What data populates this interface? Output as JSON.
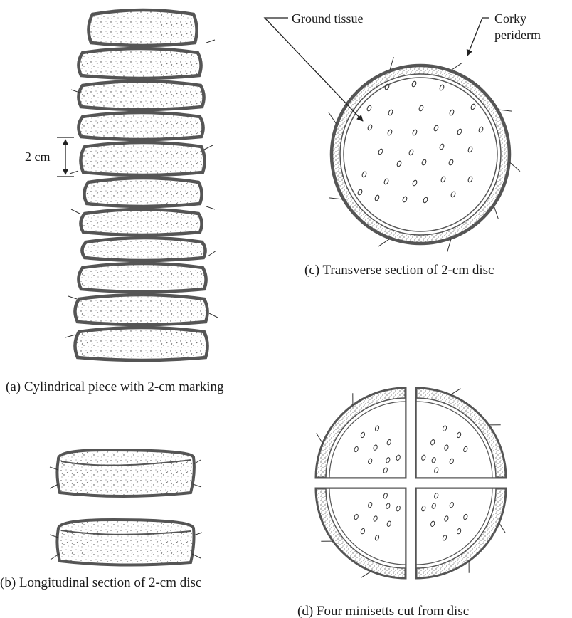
{
  "labels": {
    "ground_tissue": "Ground tissue",
    "corky_line1": "Corky",
    "corky_line2": "periderm",
    "dimension": "2 cm"
  },
  "captions": {
    "a": "(a) Cylindrical piece with 2-cm marking",
    "b": "(b) Longitudinal section of 2-cm disc",
    "c": "(c) Transverse section of 2-cm disc",
    "d": "(d) Four minisetts cut from disc"
  },
  "colors": {
    "ink": "#3a3a3a",
    "outline": "#555555",
    "background": "#ffffff"
  }
}
